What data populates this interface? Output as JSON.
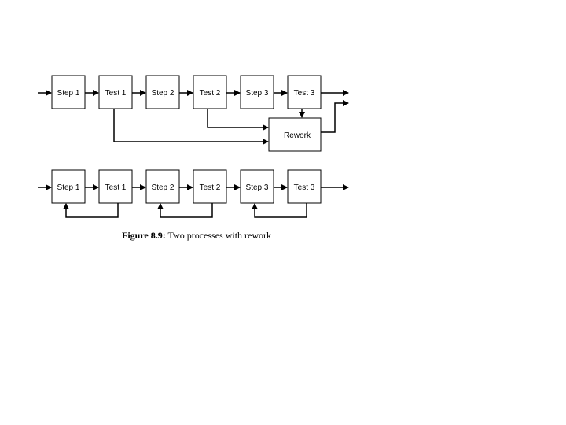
{
  "process_top": {
    "steps": [
      "Step 1",
      "Test 1",
      "Step 2",
      "Test 2",
      "Step 3",
      "Test 3"
    ],
    "rework_label": "Rework"
  },
  "process_bottom": {
    "steps": [
      "Step 1",
      "Test 1",
      "Step 2",
      "Test 2",
      "Step 3",
      "Test 3"
    ]
  },
  "caption": {
    "label": "Figure 8.9:",
    "text": " Two processes with rework"
  },
  "colors": {
    "stroke": "#000000",
    "background": "#ffffff"
  }
}
